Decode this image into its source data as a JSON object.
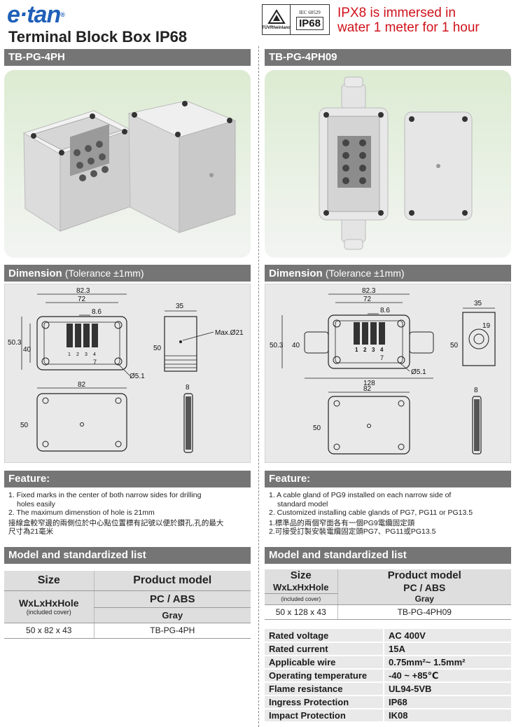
{
  "brand": {
    "logo": "e·tan",
    "logo_mark": "®"
  },
  "doc_title": "Terminal Block Box   IP68",
  "cert": {
    "tuv": "TÜVRheinland",
    "iec": "IEC 60529",
    "ip": "IP68"
  },
  "ipx_note": {
    "line1": "IPX8 is immersed in",
    "line2": "water 1 meter for 1 hour"
  },
  "left": {
    "model_bar": "TB-PG-4PH",
    "dimension": {
      "label": "Dimension",
      "tolerance": "(Tolerance ±1mm)"
    },
    "drawing": {
      "d82_3": "82.3",
      "d72": "72",
      "d8_6": "8.6",
      "d50_3": "50.3",
      "d40": "40",
      "d35": "35",
      "d50": "50",
      "max": "Max.Ø21",
      "hole": "Ø5.1",
      "d82": "82",
      "d50b": "50",
      "d8": "8",
      "term": [
        "1",
        "2",
        "3",
        "4"
      ],
      "t7": "7"
    },
    "feature_bar": "Feature:",
    "features": [
      "1. Fixed marks in the center of both narrow sides for drilling",
      "holes easily",
      "2. The maximum dimenstion of hole is 21mm",
      "接線盒較窄邊的兩側位於中心點位置標有記號以便於鑽孔,孔的最大",
      "尺寸為21毫米"
    ],
    "list_bar": "Model and standardized list",
    "table": {
      "size": "Size",
      "product_model": "Product model",
      "wxlxhxhole": "WxLxHxHole",
      "pc_abs": "PC / ABS",
      "included_cover": "(included cover)",
      "gray": "Gray",
      "dims": "50 x 82 x 43",
      "model": "TB-PG-4PH"
    }
  },
  "right": {
    "model_bar": "TB-PG-4PH09",
    "dimension": {
      "label": "Dimension",
      "tolerance": "(Tolerance ±1mm)"
    },
    "drawing": {
      "d82_3": "82.3",
      "d72": "72",
      "d8_6": "8.6",
      "d50_3": "50.3",
      "d40": "40",
      "d35": "35",
      "d19": "19",
      "d50": "50",
      "hole": "Ø5.1",
      "d128": "128",
      "d82": "82",
      "d50b": "50",
      "d8": "8",
      "term": [
        "1",
        "2",
        "3",
        "4"
      ],
      "t7": "7"
    },
    "feature_bar": "Feature:",
    "features": [
      "1. A cable gland of PG9 installed on each narrow side of",
      "standard model",
      "2. Customized installing cable glands of PG7, PG11 or PG13.5",
      "1.標準品的兩個窄面各有一個PG9電纜固定頭",
      "2.可接受訂製安裝電纜固定頭PG7、PG11或PG13.5"
    ],
    "list_bar": "Model and standardized list",
    "table": {
      "size": "Size",
      "product_model": "Product model",
      "wxlxhxhole": "WxLxHxHole",
      "pc_abs": "PC / ABS",
      "included_cover": "(included cover)",
      "gray": "Gray",
      "dims": "50 x 128 x 43",
      "model": "TB-PG-4PH09"
    },
    "specs": [
      {
        "label": "Rated voltage",
        "value": "AC 400V"
      },
      {
        "label": "Rated current",
        "value": "15A"
      },
      {
        "label": "Applicable wire",
        "value": "0.75mm²~ 1.5mm²"
      },
      {
        "label": "Operating temperature",
        "value": "-40 ~ +85℃"
      },
      {
        "label": "Flame resistance",
        "value": "UL94-5VB"
      },
      {
        "label": "Ingress Protection",
        "value": "IP68"
      },
      {
        "label": "Impact Protection",
        "value": "IK08"
      }
    ]
  }
}
